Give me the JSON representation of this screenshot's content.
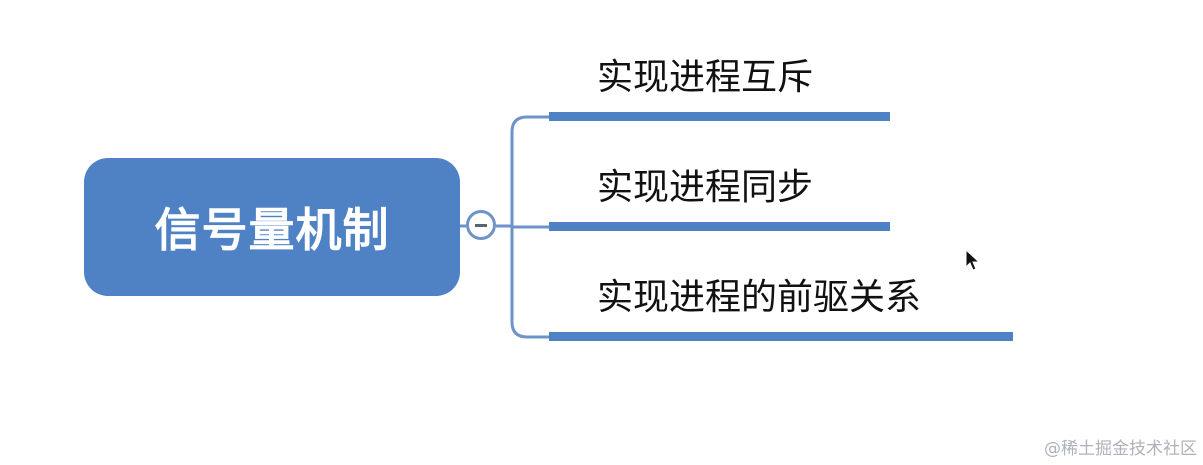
{
  "root": {
    "label": "信号量机制"
  },
  "branches": [
    {
      "label": "实现进程互斥"
    },
    {
      "label": "实现进程同步"
    },
    {
      "label": "实现进程的前驱关系"
    }
  ],
  "watermark": "@稀土掘金技术社区",
  "colors": {
    "root_fill": "#4f81c5",
    "branch_line": "#6d93c9",
    "underline": "#4f81c5",
    "text": "#111111"
  },
  "icons": {
    "collapse": "minus-circle-icon",
    "cursor": "mouse-cursor-icon"
  }
}
